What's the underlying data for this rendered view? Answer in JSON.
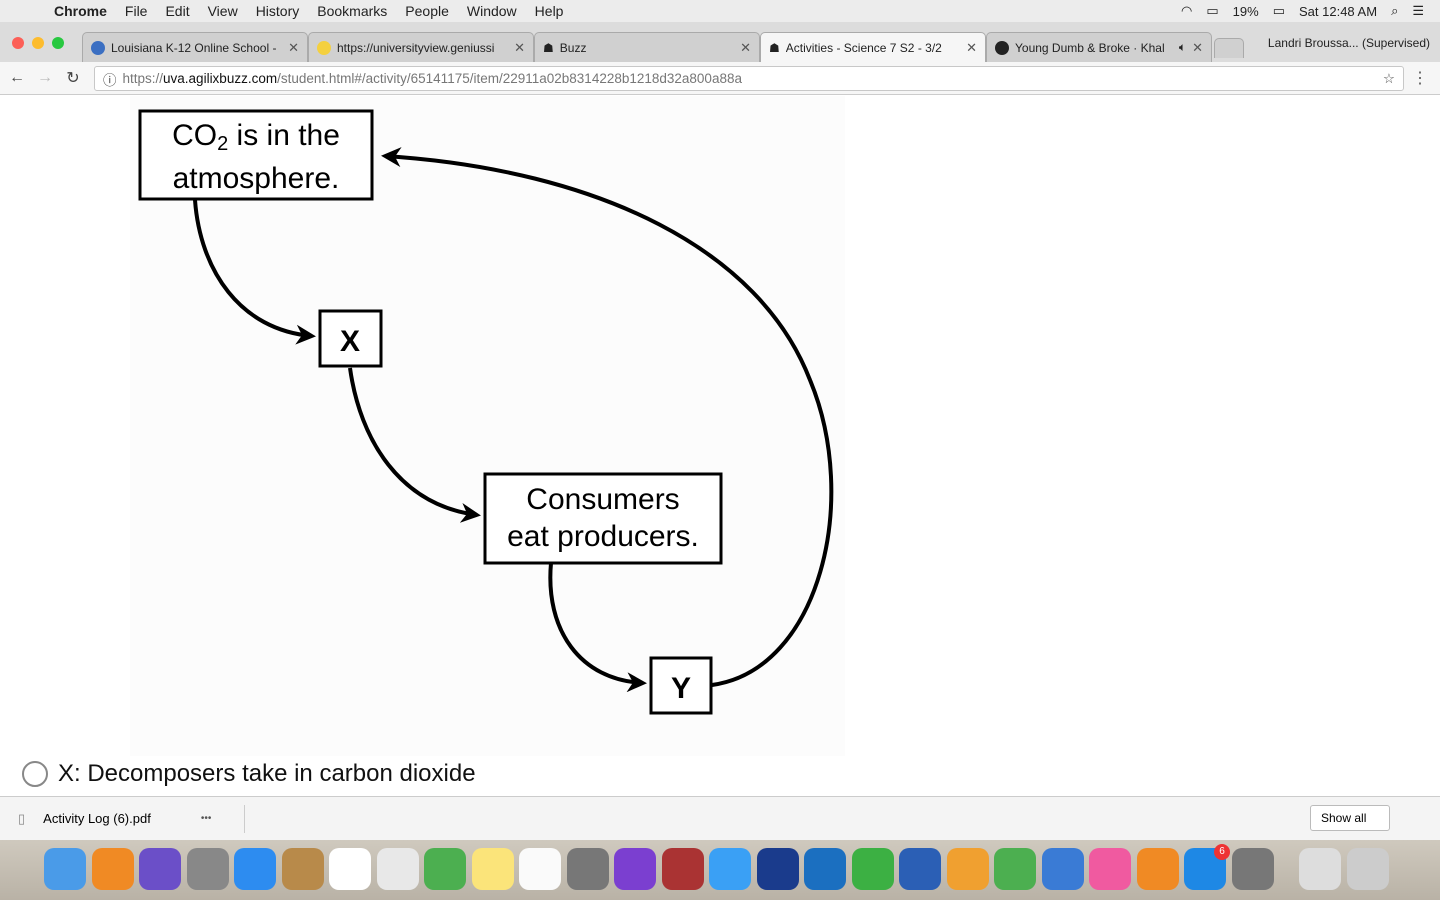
{
  "menubar": {
    "app": "Chrome",
    "items": [
      "File",
      "Edit",
      "View",
      "History",
      "Bookmarks",
      "People",
      "Window",
      "Help"
    ],
    "battery": "19%",
    "clock": "Sat 12:48 AM"
  },
  "tabs": [
    {
      "title": "Louisiana K-12 Online School -",
      "color": "#3b6fc2",
      "active": false
    },
    {
      "title": "https://universityview.geniussi",
      "color": "#f4d03f",
      "active": false
    },
    {
      "title": "Buzz",
      "color": "#444",
      "active": false
    },
    {
      "title": "Activities - Science 7 S2 - 3/2",
      "color": "#444",
      "active": true
    },
    {
      "title": "Young Dumb & Broke · Khal",
      "color": "#222",
      "active": false,
      "audio": true
    }
  ],
  "profile": "Landri Broussa... (Supervised)",
  "address": {
    "scheme": "https://",
    "host": "uva.agilixbuzz.com",
    "path": "/student.html#/activity/65141175/item/22911a02b8314228b1218d32a800a88a"
  },
  "diagram": {
    "box1_line1": "CO",
    "box1_sub": "2",
    "box1_line1b": " is in the",
    "box1_line2": "atmosphere.",
    "box2": "X",
    "box3_line1": "Consumers",
    "box3_line2": "eat producers.",
    "box4": "Y"
  },
  "choice": "X: Decomposers take in carbon dioxide",
  "downloads": {
    "file": "Activity Log (6).pdf",
    "more": "•••",
    "show_all": "Show all"
  },
  "dock": [
    "finder",
    "vpn",
    "siri",
    "launchpad",
    "safari",
    "contacts",
    "calendar",
    "self-service",
    "chrome",
    "notes",
    "reminders",
    "image-capture",
    "imovie",
    "photo-booth",
    "messages",
    "drc-insight",
    "quicktime",
    "facetime",
    "word",
    "pages",
    "numbers",
    "keynote",
    "itunes",
    "ibooks",
    "app-store",
    "system-preferences",
    "downloads-stack",
    "trash"
  ],
  "dock_badge": "6"
}
